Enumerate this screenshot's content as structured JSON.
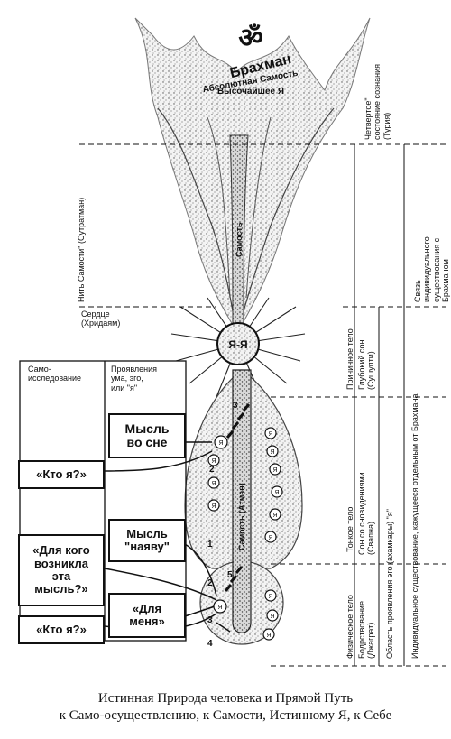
{
  "top": {
    "om_symbol": "ॐ",
    "brahman": "Брахман",
    "absolute_self": "Абсолютная Самость",
    "supreme_i": "Высочайшее Я"
  },
  "center_labels": {
    "self_upper": "Самость",
    "heart_node": "Я-Я",
    "self_atman": "Самость (Атман)",
    "ego_i": "Я"
  },
  "left_side_labels": {
    "thread_of_self": "Нить Самости\" (Сутратман)",
    "heart": "Сердце\n(Хридаям)"
  },
  "table": {
    "col1_header": "Само-\nисследование",
    "col2_header": "Проявления\nума, эго,\nили \"я\""
  },
  "boxes": {
    "thought_in_dream": "Мысль\nво сне",
    "who_am_i_1": "«Кто я?»",
    "thought_awake": "Мысль\n\"наяву\"",
    "for_whom": "«Для кого\nвозникла\nэта\nмысль?»",
    "for_me": "«Для\nменя»",
    "who_am_i_2": "«Кто я?»"
  },
  "path_numbers": [
    "1",
    "2",
    "3",
    "4",
    "5"
  ],
  "right_labels": {
    "turiya": "Четвертое\"\nсостояние сознания (Турия)",
    "link_to_brahman": "Связь индивидуального\nсуществования с Брахманом",
    "causal_body": "Причинное тело",
    "deep_sleep": "Глубокий сон\n(Сушупти)",
    "subtle_body": "Тонкое тело",
    "dream_sleep": "Сон со сновидениями\n(Свапна)",
    "physical_body": "Физическое тело",
    "waking": "Бодрствование\n(Джаграт)",
    "ego_realm": "Область проявления эго (ахамкары) \"я\"",
    "individual_existence": "Индивидуальное существование, кажущееся отдельным от Брахмана"
  },
  "caption": {
    "line1": "Истинная Природа человека и Прямой Путь",
    "line2": "к Само-осуществлению, к Самости, Истинному Я, к Себе"
  }
}
